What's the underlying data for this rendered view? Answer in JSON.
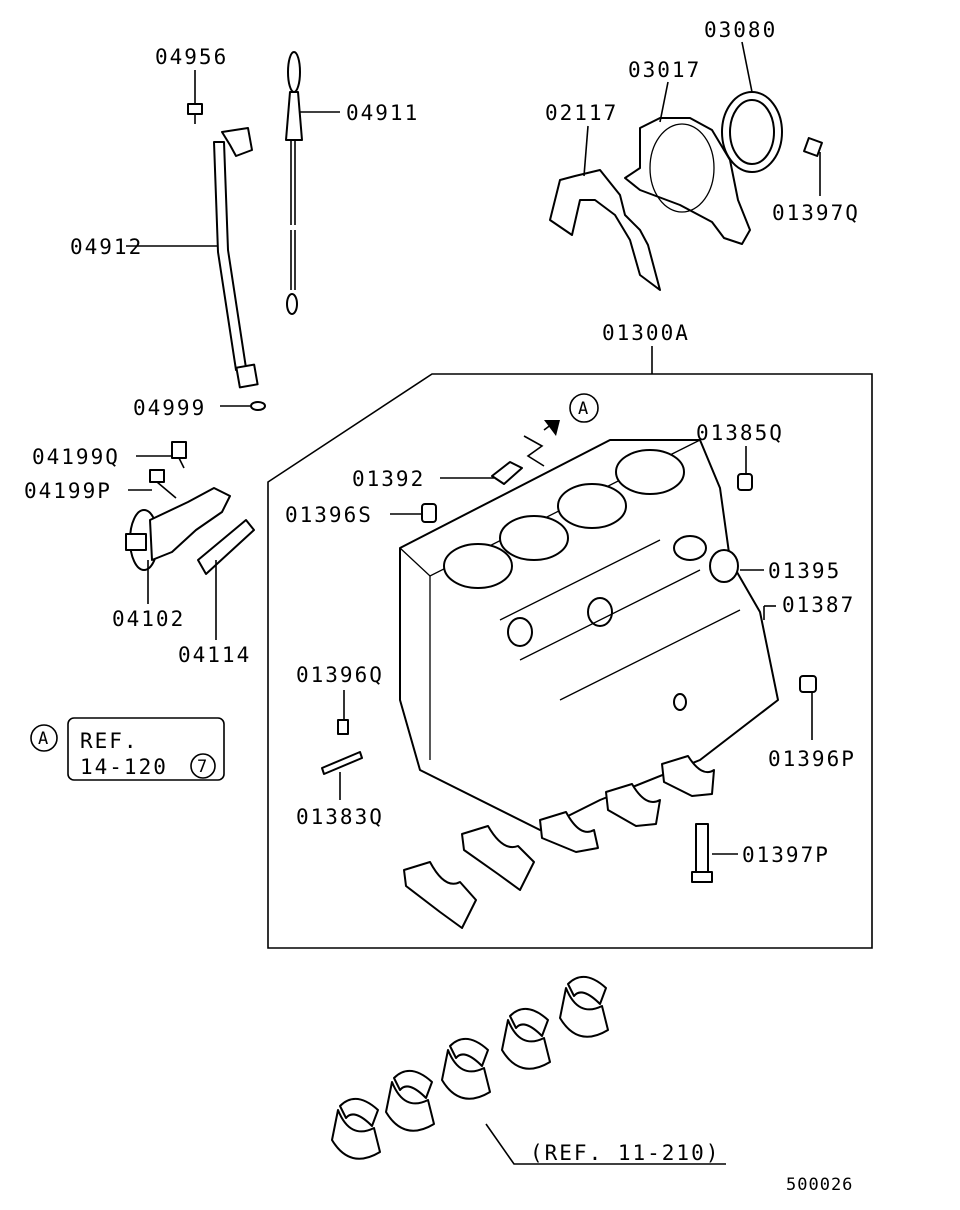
{
  "labels": {
    "p04956": "04956",
    "p04911": "04911",
    "p04912": "04912",
    "p04999": "04999",
    "p02117": "02117",
    "p03017": "03017",
    "p03080": "03080",
    "p01397q": "01397Q",
    "p01300a": "01300A",
    "p01385q": "01385Q",
    "p01392": "01392",
    "p01396s": "01396S",
    "p01395": "01395",
    "p01387": "01387",
    "p04199q": "04199Q",
    "p04199p": "04199P",
    "p04102": "04102",
    "p04114": "04114",
    "p01396q": "01396Q",
    "p01383q": "01383Q",
    "p01396p": "01396P",
    "p01397p": "01397P"
  },
  "callout_a": "A",
  "ref_box": {
    "marker": "A",
    "line1": "REF.",
    "line2": "14-120",
    "circled": "7"
  },
  "ref_bearing": "(REF. 11-210)",
  "diagram_code": "500026"
}
